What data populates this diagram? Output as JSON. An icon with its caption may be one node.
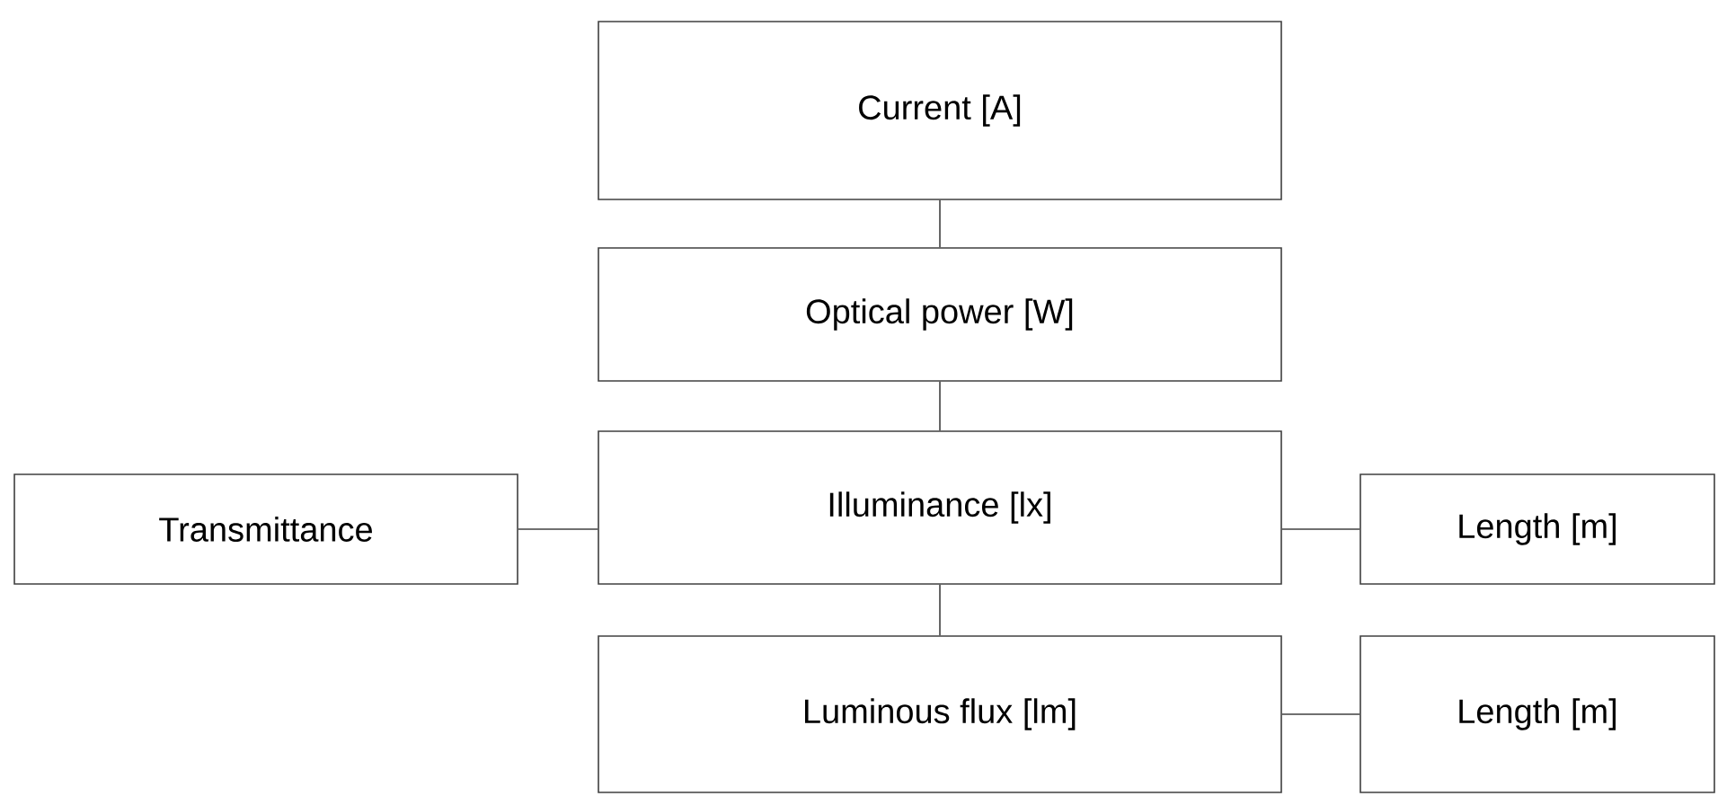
{
  "diagram": {
    "nodes": [
      {
        "text": [
          "Current [A]"
        ]
      },
      {
        "text": [
          "Optical power [W]"
        ]
      },
      {
        "text": [
          "Illuminance [lx]"
        ]
      },
      {
        "text": [
          "Transmittance"
        ]
      },
      {
        "text": [
          "Length [m]"
        ]
      },
      {
        "text": [
          "Luminous flux [lm]"
        ]
      },
      {
        "text": [
          "Length [m]"
        ]
      }
    ],
    "edges": [
      {
        "from": 0,
        "to": 1,
        "arrow": "none"
      },
      {
        "from": 1,
        "to": 2,
        "arrow": "none"
      },
      {
        "from": 3,
        "to": 2,
        "arrow": "none"
      },
      {
        "from": 2,
        "to": 4,
        "arrow": "none"
      },
      {
        "from": 2,
        "to": 5,
        "arrow": "none"
      },
      {
        "from": 5,
        "to": 6,
        "arrow": "none"
      }
    ]
  }
}
